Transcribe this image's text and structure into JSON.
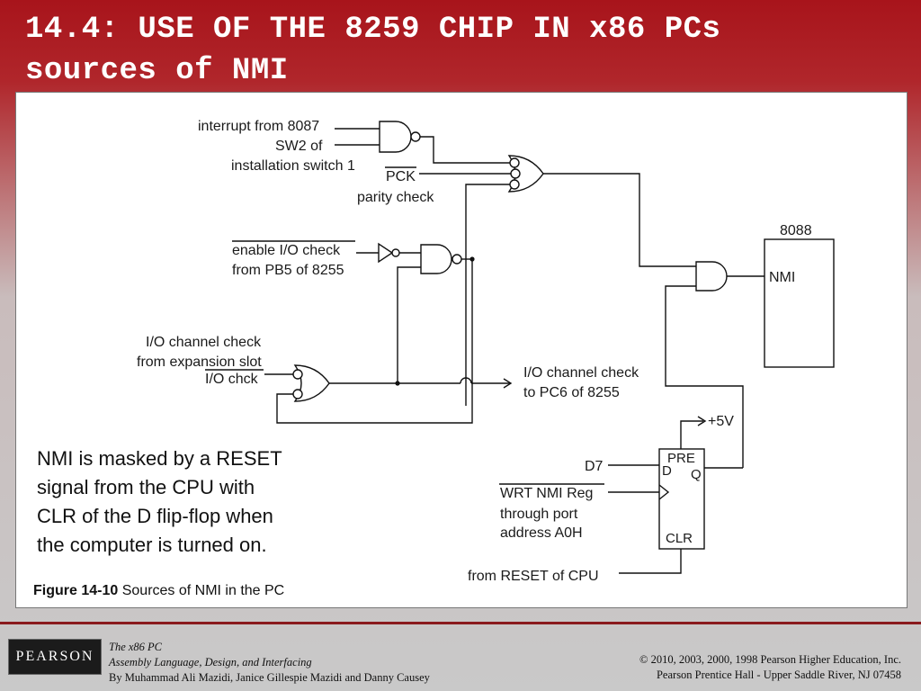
{
  "slide": {
    "title_line1": "14.4: USE OF THE 8259 CHIP IN x86 PCs",
    "title_line2": "sources of NMI"
  },
  "diagram": {
    "interrupt_8087": "interrupt from 8087",
    "sw2_of": "SW2 of",
    "installation_switch": "installation switch 1",
    "pck": "PCK",
    "parity_check": "parity check",
    "enable_io_check": "enable I/O check",
    "from_pb5": "from PB5 of 8255",
    "io_channel_check": "I/O channel check",
    "from_expansion_slot": "from expansion slot",
    "io_chck": "I/O chck",
    "io_channel_check_out": "I/O channel check",
    "to_pc6": "to PC6 of 8255",
    "cpu_label": "8088",
    "nmi_pin": "NMI",
    "plus5v": "+5V",
    "pre": "PRE",
    "d_pin": "D",
    "q_pin": "Q",
    "clr": "CLR",
    "d7": "D7",
    "wrt_nmi_reg": "WRT NMI Reg",
    "through_port": "through port",
    "address_a0h": "address A0H",
    "from_reset": "from RESET of CPU"
  },
  "note": {
    "line1": "NMI is masked by a RESET",
    "line2": "signal from the CPU with",
    "line3": "CLR of the D flip-flop when",
    "line4": "the computer is turned on."
  },
  "caption": {
    "label": "Figure 14-10",
    "text": "Sources of NMI in the PC"
  },
  "footer": {
    "logo": "PEARSON",
    "book_title": "The x86 PC",
    "book_subtitle": "Assembly Language, Design, and Interfacing",
    "authors": "By Muhammad Ali Mazidi, Janice Gillespie Mazidi and Danny Causey",
    "copyright": "© 2010, 2003, 2000, 1998 Pearson Higher Education, Inc.",
    "publisher": "Pearson Prentice Hall - Upper Saddle River, NJ 07458"
  }
}
